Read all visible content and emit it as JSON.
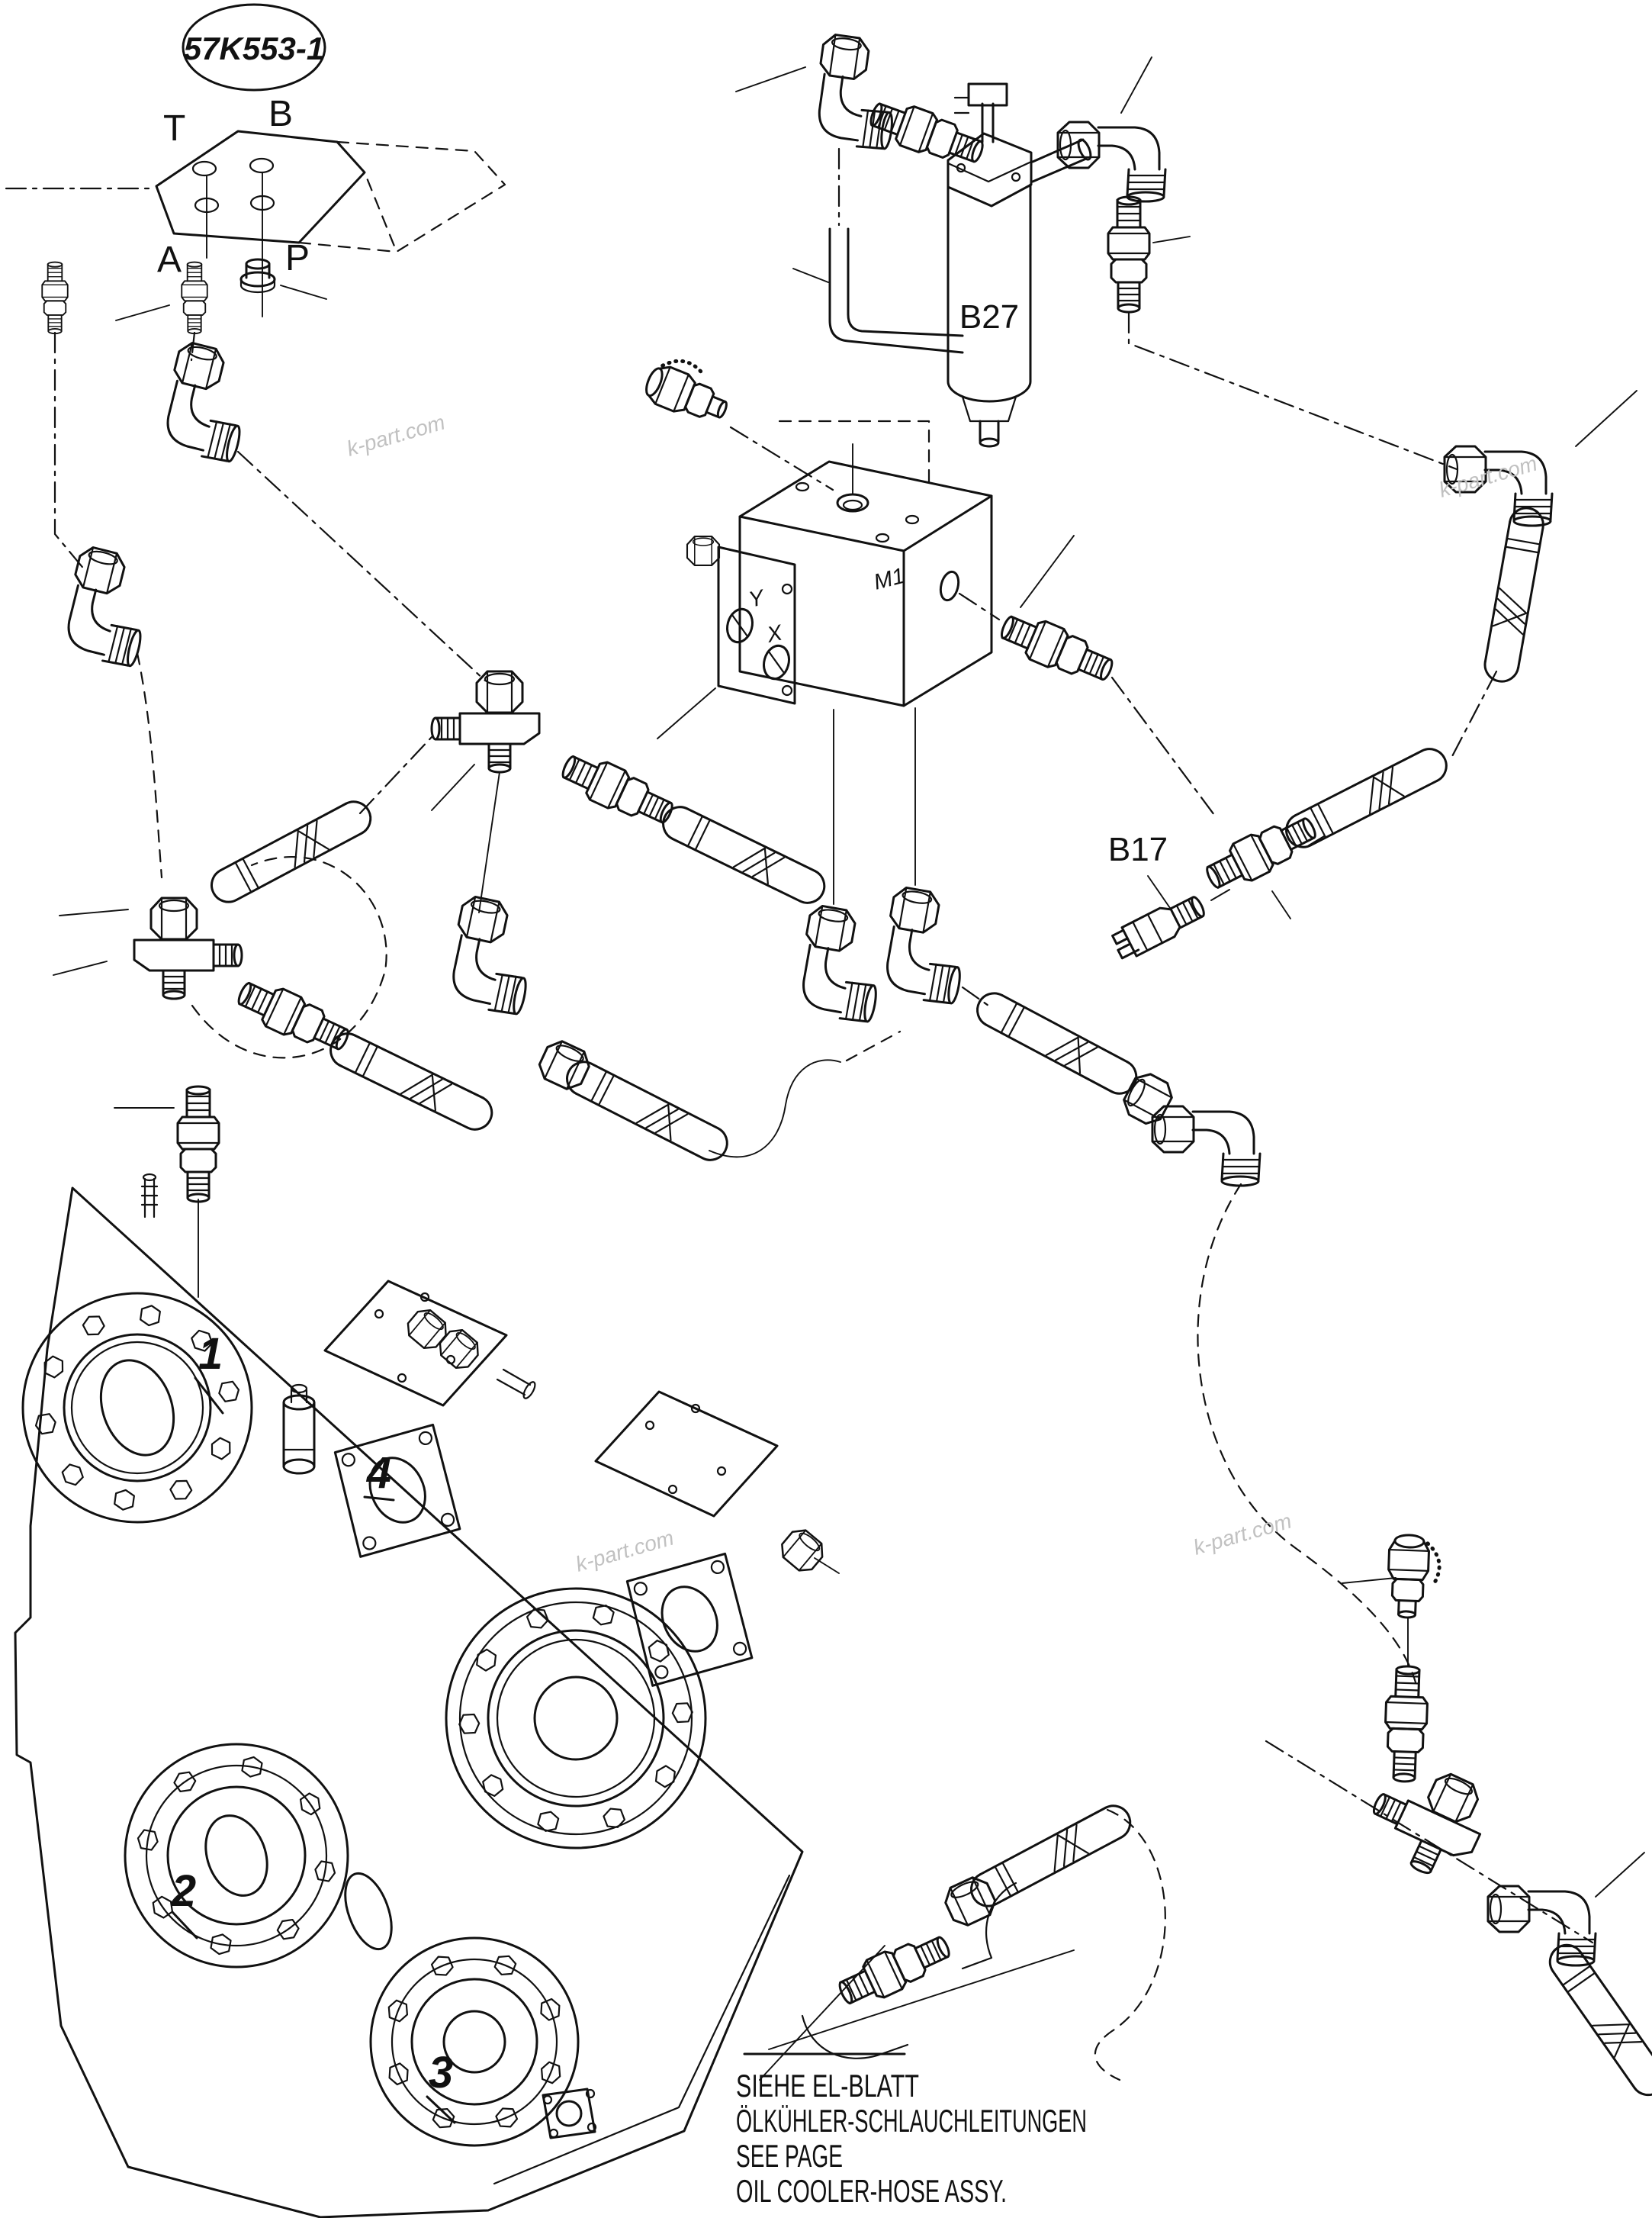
{
  "diagram": {
    "part_tag": "57K553-1",
    "port_labels": {
      "t": "T",
      "b": "B",
      "a": "A",
      "p": "P"
    },
    "valve_block_labels": {
      "m1": "M1",
      "x": "X",
      "y": "Y"
    },
    "component_labels": {
      "filter": "B27",
      "pressure_switch": "B17"
    },
    "item_numbers": {
      "item1": "1",
      "item2": "2",
      "item3": "3",
      "item4": "4"
    },
    "note_lines": {
      "de1": "SIEHE EL-BLATT",
      "de2": "ÖLKÜHLER-SCHLAUCHLEITUNGEN",
      "en1": "SEE PAGE",
      "en2": "OIL COOLER-HOSE ASSY."
    },
    "watermark_text": "k-part.com",
    "colors": {
      "line": "#111111",
      "watermark": "#c1c1c1",
      "background": "#ffffff"
    }
  }
}
